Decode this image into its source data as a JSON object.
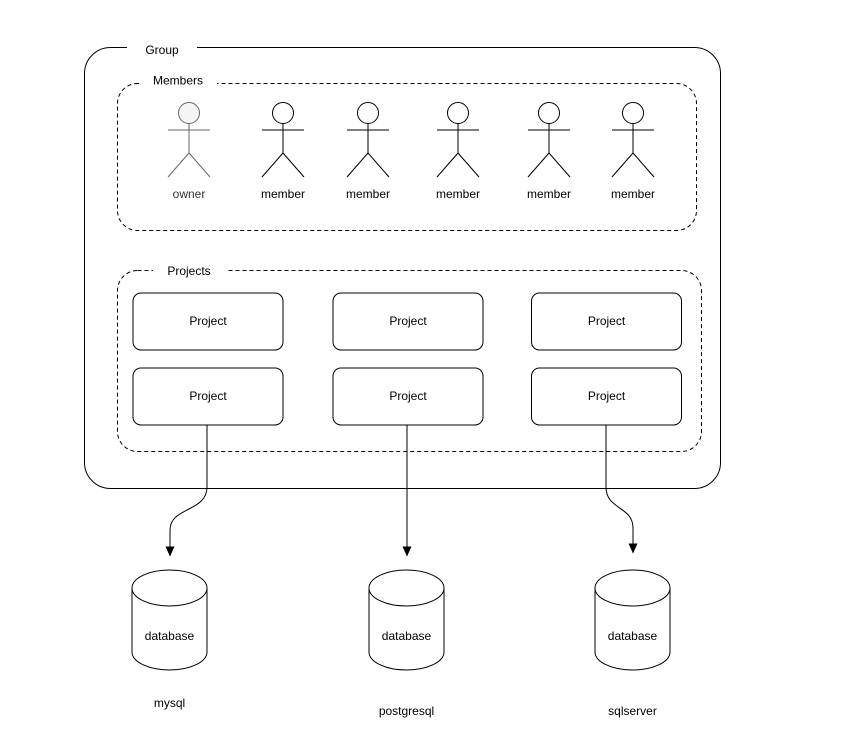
{
  "colors": {
    "ink": "#000000",
    "owner_stroke": "#666666",
    "owner_fill": "#f5f5f5",
    "owner_text": "#333333",
    "canvas": "#ffffff"
  },
  "group": {
    "label": "Group",
    "members": {
      "label": "Members",
      "actors": [
        {
          "label": "owner"
        },
        {
          "label": "member"
        },
        {
          "label": "member"
        },
        {
          "label": "member"
        },
        {
          "label": "member"
        },
        {
          "label": "member"
        }
      ]
    },
    "projects": {
      "label": "Projects",
      "items": [
        {
          "label": "Project"
        },
        {
          "label": "Project"
        },
        {
          "label": "Project"
        },
        {
          "label": "Project"
        },
        {
          "label": "Project"
        },
        {
          "label": "Project"
        }
      ]
    }
  },
  "databases": [
    {
      "shape_label": "database",
      "engine": "mysql"
    },
    {
      "shape_label": "database",
      "engine": "postgresql"
    },
    {
      "shape_label": "database",
      "engine": "sqlserver"
    }
  ]
}
